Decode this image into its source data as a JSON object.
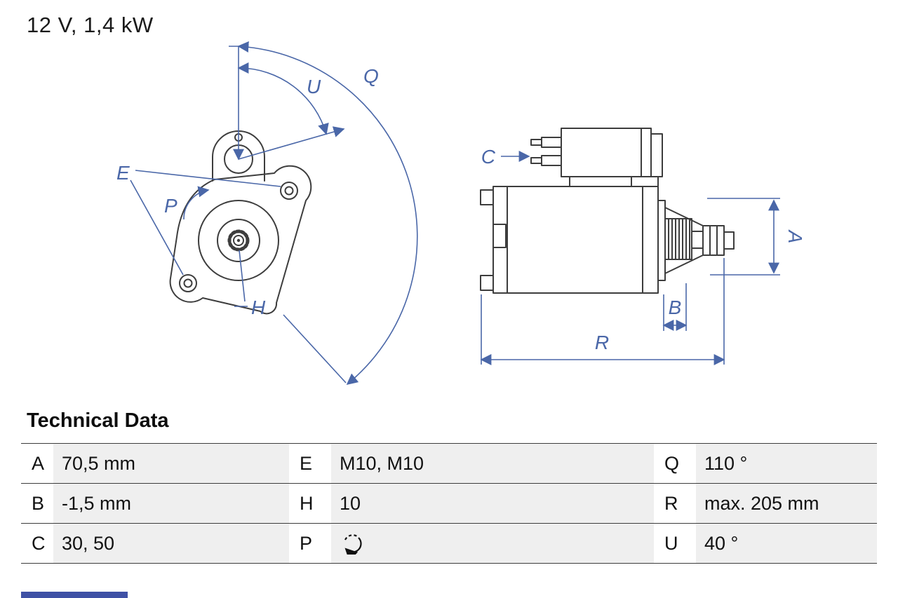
{
  "title": "12 V, 1,4 kW",
  "technical_data": {
    "heading": "Technical Data",
    "rows": [
      [
        {
          "k": "A",
          "v": "70,5 mm"
        },
        {
          "k": "E",
          "v": "M10, M10"
        },
        {
          "k": "Q",
          "v": "110 °"
        }
      ],
      [
        {
          "k": "B",
          "v": "-1,5 mm"
        },
        {
          "k": "H",
          "v": "10"
        },
        {
          "k": "R",
          "v": "max. 205 mm"
        }
      ],
      [
        {
          "k": "C",
          "v": "30, 50"
        },
        {
          "k": "P",
          "v": "",
          "icon": "rotation-direction-icon"
        },
        {
          "k": "U",
          "v": "40 °"
        }
      ]
    ]
  },
  "diagram": {
    "labels": {
      "U": "U",
      "Q": "Q",
      "E": "E",
      "P": "P",
      "H": "H",
      "C": "C",
      "A": "A",
      "B": "B",
      "R": "R"
    }
  },
  "colors": {
    "dimension_blue": "#4a67a8",
    "line_dark": "#3d3d3d",
    "table_line": "#3c3c3c",
    "value_cell_bg": "#efefef",
    "brand_bar": "#3f51a5"
  }
}
